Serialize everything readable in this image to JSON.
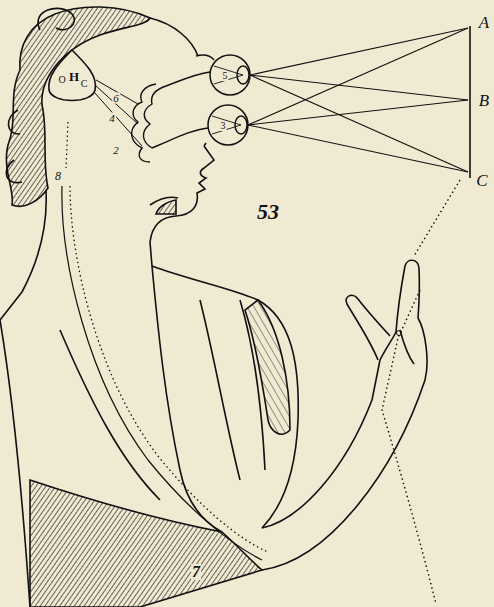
{
  "diagram": {
    "labels": [
      "A",
      "B",
      "C",
      "53",
      "O",
      "H",
      "C",
      "6",
      "4",
      "2",
      "5",
      "3",
      "8",
      "7"
    ]
  }
}
